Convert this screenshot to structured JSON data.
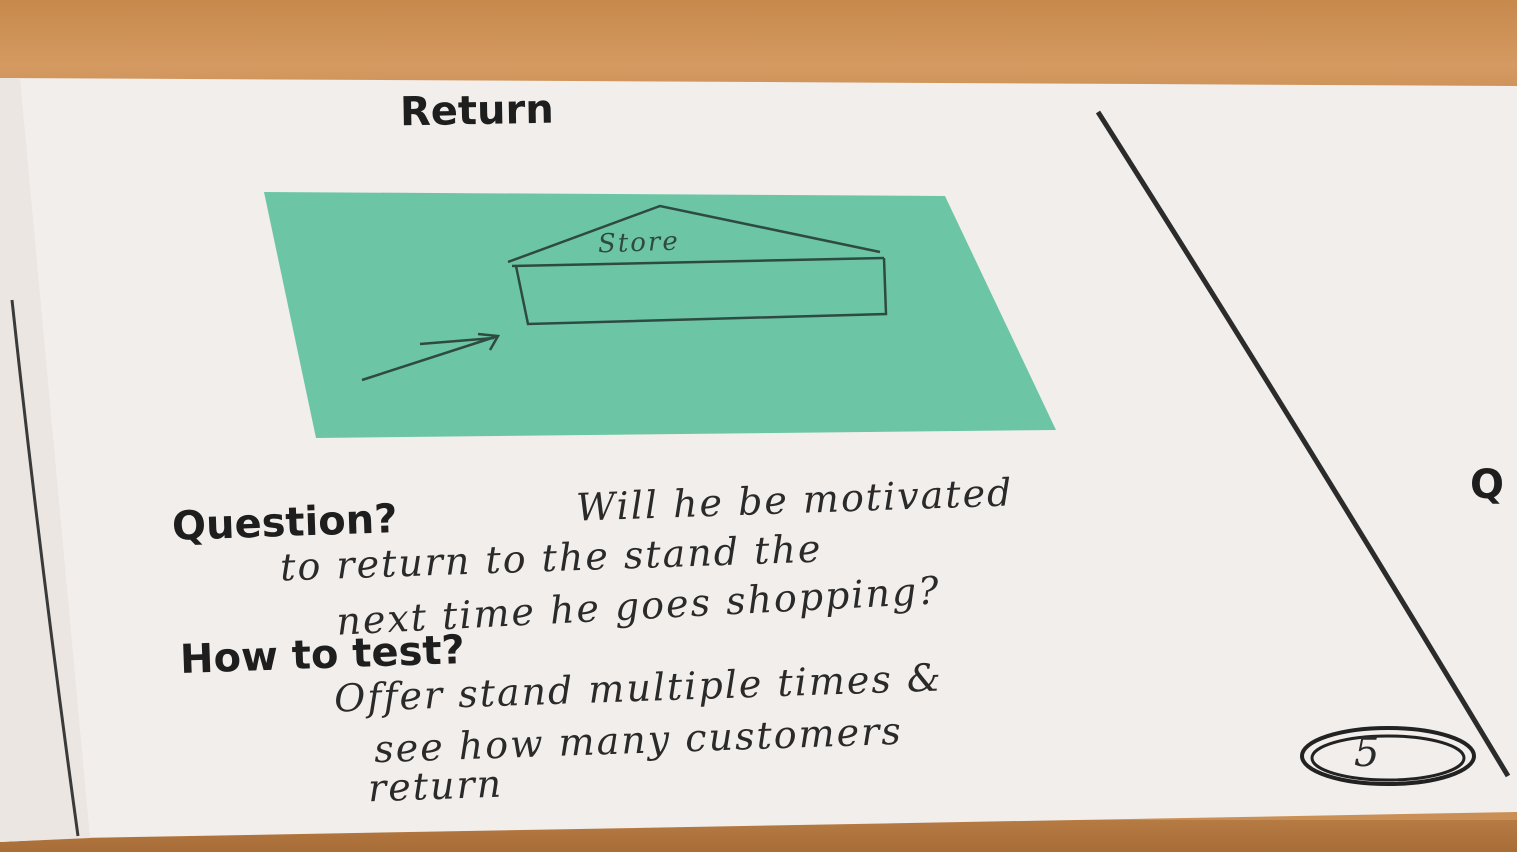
{
  "card": {
    "title": "Return",
    "sticky_note_label": "Store",
    "question_label": "Question?",
    "question_text_line1": "Will he be motivated",
    "question_text_line2": "to return to the stand the",
    "question_text_line3": "next time he goes shopping?",
    "howto_label": "How to test?",
    "howto_text_line1": "Offer stand multiple times &",
    "howto_text_line2": "see how many customers",
    "howto_text_line3": "return",
    "page_number": "5"
  },
  "next_card": {
    "partial_letter": "Q"
  },
  "colors": {
    "paper": "#f3efec",
    "sticky_note": "#6cc6a6",
    "ink": "#2a2a2a",
    "table": "#c98f55"
  }
}
